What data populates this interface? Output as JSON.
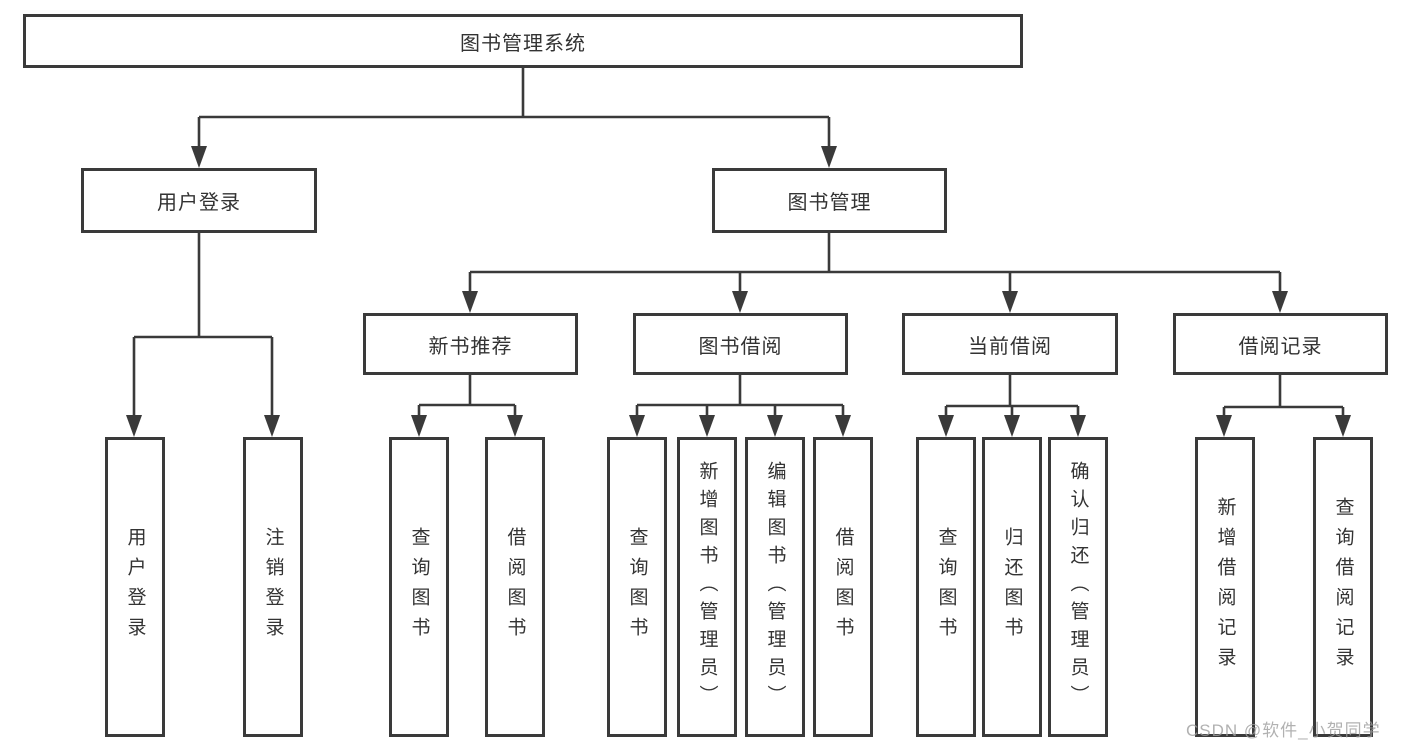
{
  "tree": {
    "root": "图书管理系统",
    "children": [
      {
        "label": "用户登录",
        "children": [
          "用户登录",
          "注销登录"
        ]
      },
      {
        "label": "图书管理",
        "children": [
          {
            "label": "新书推荐",
            "children": [
              "查询图书",
              "借阅图书"
            ]
          },
          {
            "label": "图书借阅",
            "children": [
              "查询图书",
              "新增图书（管理员）",
              "编辑图书（管理员）",
              "借阅图书"
            ]
          },
          {
            "label": "当前借阅",
            "children": [
              "查询图书",
              "归还图书",
              "确认归还（管理员）"
            ]
          },
          {
            "label": "借阅记录",
            "children": [
              "新增借阅记录",
              "查询借阅记录"
            ]
          }
        ]
      }
    ]
  },
  "watermark": {
    "label": "CSDN @软件_小贺同学"
  },
  "colors": {
    "line": "#3a3a3a",
    "border": "#3a3a3a",
    "text": "#333333",
    "background": "#ffffff",
    "watermark": "#9e9e9e"
  }
}
